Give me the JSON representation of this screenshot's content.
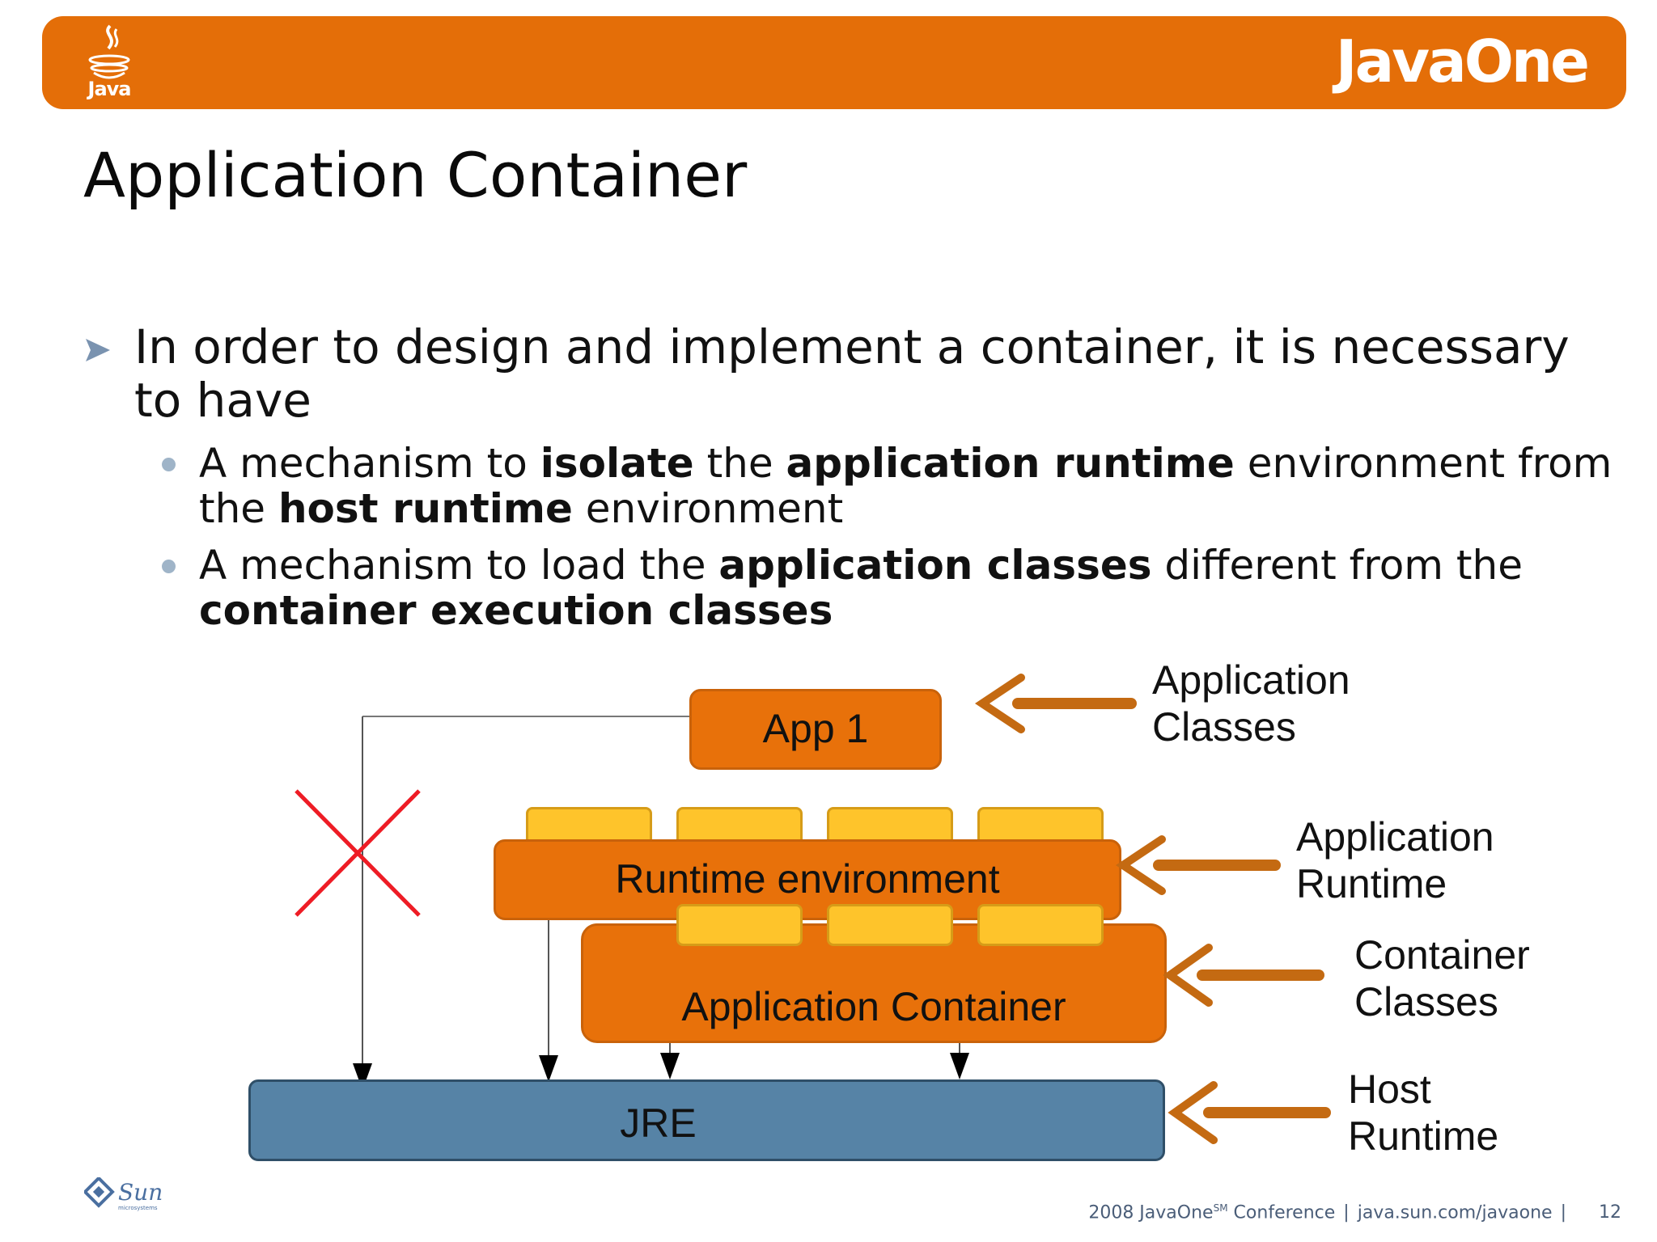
{
  "header": {
    "java_logo_text": "Java",
    "brand": "JavaOne"
  },
  "slide": {
    "title": "Application Container",
    "main_bullet": "In order to design and implement a container, it is necessary to have",
    "sub_bullets": [
      {
        "parts": [
          {
            "text": "A mechanism to ",
            "bold": false
          },
          {
            "text": "isolate",
            "bold": true
          },
          {
            "text": " the ",
            "bold": false
          },
          {
            "text": "application runtime",
            "bold": true
          },
          {
            "text": " environment from the ",
            "bold": false
          },
          {
            "text": "host runtime",
            "bold": true
          },
          {
            "text": " environment",
            "bold": false
          }
        ]
      },
      {
        "parts": [
          {
            "text": "A mechanism to load the ",
            "bold": false
          },
          {
            "text": "application classes",
            "bold": true
          },
          {
            "text": " different from the ",
            "bold": false
          },
          {
            "text": "container execution classes",
            "bold": true
          }
        ]
      }
    ]
  },
  "diagram": {
    "boxes": {
      "app1": "App 1",
      "runtime": "Runtime environment",
      "container": "Application Container",
      "jre": "JRE"
    },
    "side_labels": {
      "application_classes": [
        "Application",
        "Classes"
      ],
      "application_runtime": [
        "Application",
        "Runtime"
      ],
      "container_classes": [
        "Container",
        "Classes"
      ],
      "host_runtime": [
        "Host",
        "Runtime"
      ]
    },
    "colors": {
      "box_orange": "#e8710a",
      "tab_yellow": "#fec42b",
      "jre_blue": "#5683a6",
      "arrow_brown": "#c46a12",
      "cross_red": "#ee1c25"
    }
  },
  "footer": {
    "year_prefix": "2008 JavaOne",
    "service_mark": "SM",
    "conference": " Conference",
    "url": "java.sun.com/javaone",
    "page_number": "12",
    "sun_logo_text": "Sun",
    "sun_logo_sub": "microsystems"
  }
}
